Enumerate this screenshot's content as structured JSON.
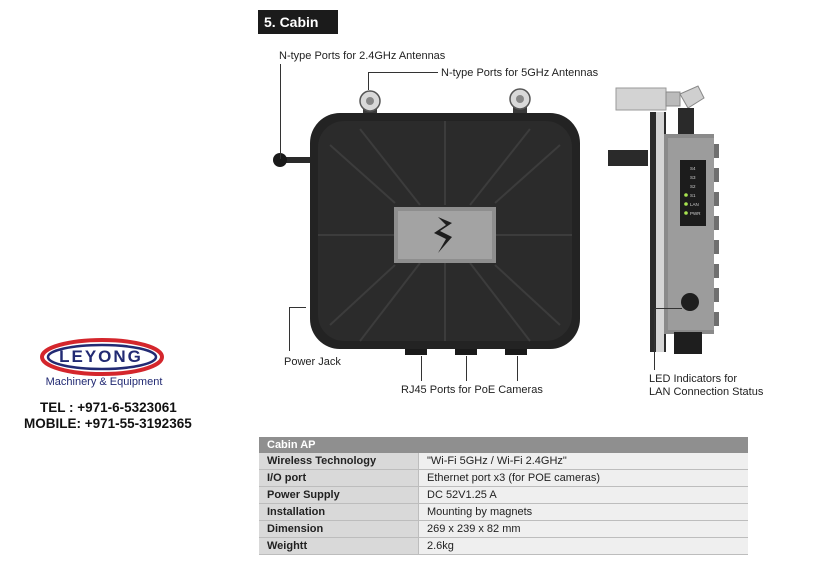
{
  "section_title": "5. Cabin AP",
  "callouts": {
    "ports_24": "N-type Ports for 2.4GHz Antennas",
    "ports_5": "N-type Ports for 5GHz Antennas",
    "power_jack": "Power Jack",
    "rj45": "RJ45 Ports for PoE Cameras",
    "led_line1": "LED Indicators for",
    "led_line2": "LAN Connection Status"
  },
  "led_panel": [
    "S4",
    "S3",
    "S2",
    "S1",
    "LAN",
    "PWR"
  ],
  "company": {
    "logo_text": "LEYONG",
    "tagline": "Machinery & Equipment",
    "tel": "TEL : +971-6-5323061",
    "mobile": "MOBILE: +971-55-3192365"
  },
  "spec_table": {
    "header": "Cabin AP",
    "rows": [
      {
        "label": "Wireless Technology",
        "value": "\"Wi-Fi 5GHz / Wi-Fi 2.4GHz\""
      },
      {
        "label": "I/O port",
        "value": "Ethernet port x3 (for POE cameras)"
      },
      {
        "label": "Power Supply",
        "value": "DC 52V1.25 A"
      },
      {
        "label": "Installation",
        "value": "Mounting by magnets"
      },
      {
        "label": "Dimension",
        "value": "269 x 239 x 82 mm"
      },
      {
        "label": "Weightt",
        "value": "2.6kg"
      }
    ]
  }
}
